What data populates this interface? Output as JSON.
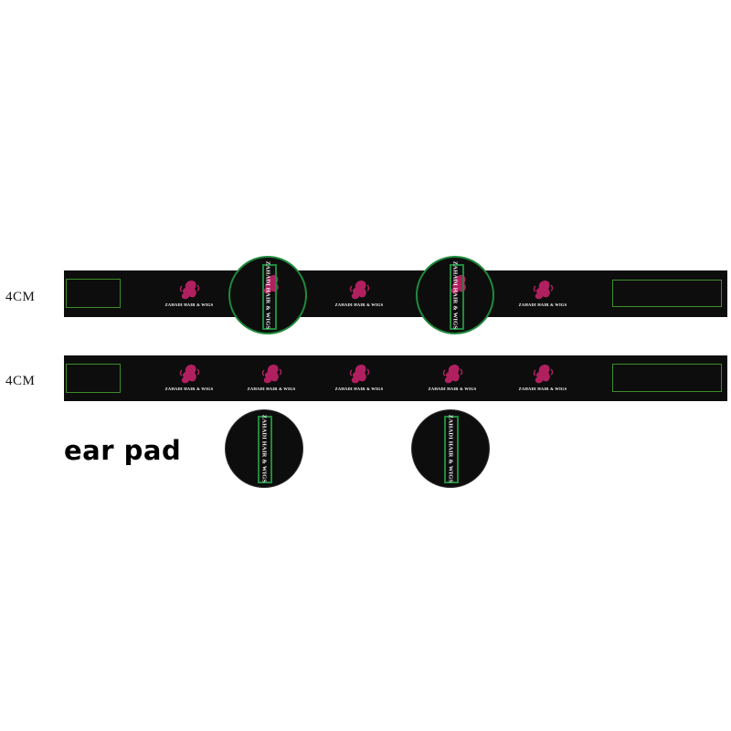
{
  "labels": {
    "band_1_width": "4CM",
    "band_2_width": "4CM",
    "ear_pad": "ear pad"
  },
  "brand_text": "ZAHADI HAIR & WIGS",
  "colors": {
    "band": "#0d0d0d",
    "velcro_outline": "#3e8c2a",
    "pad_accent": "#1f8a3d",
    "logo": "#b0205f",
    "text": "#ffffff"
  },
  "icons": {
    "logo": "woman-silhouette-logo-icon"
  }
}
